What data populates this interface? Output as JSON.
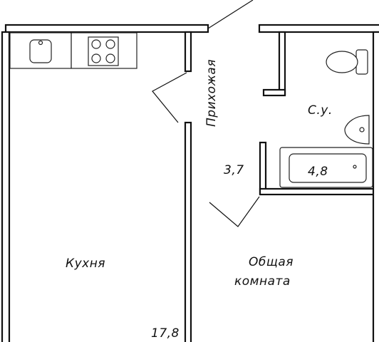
{
  "rooms": {
    "hallway": {
      "name": "Прихожая",
      "area": "3,7"
    },
    "bathroom": {
      "name": "С.у.",
      "area": "4,8"
    },
    "kitchen": {
      "name": "Кухня",
      "area": "17,8"
    },
    "living_room": {
      "name_line1": "Общая",
      "name_line2": "комната"
    }
  },
  "colors": {
    "wall": "#111111",
    "background": "#ffffff"
  },
  "icons": [
    "sink-icon",
    "stove-icon",
    "toilet-icon",
    "washbasin-icon",
    "bathtub-icon"
  ]
}
